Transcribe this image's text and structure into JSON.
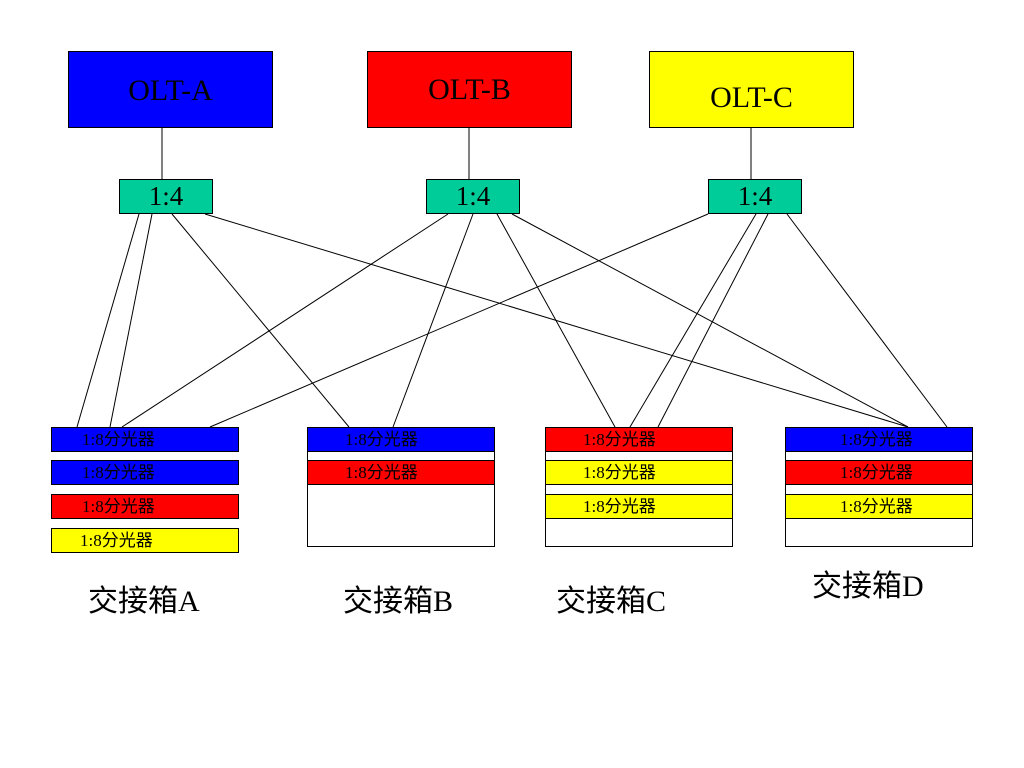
{
  "colors": {
    "blue": "#0000ff",
    "red": "#ff0000",
    "yellow": "#ffff00",
    "teal": "#00cc99",
    "line": "#000000"
  },
  "olts": [
    {
      "label": "OLT-A",
      "fill": "#0000ff"
    },
    {
      "label": "OLT-B",
      "fill": "#ff0000"
    },
    {
      "label": "OLT-C",
      "fill": "#ffff00"
    }
  ],
  "splitters_1_4": [
    {
      "label": "1:4",
      "fill": "#00cc99"
    },
    {
      "label": "1:4",
      "fill": "#00cc99"
    },
    {
      "label": "1:4",
      "fill": "#00cc99"
    }
  ],
  "cabinets": [
    {
      "label": "交接箱A",
      "splitters": [
        {
          "label": "1:8分光器",
          "fill": "#0000ff"
        },
        {
          "label": "1:8分光器",
          "fill": "#0000ff"
        },
        {
          "label": "1:8分光器",
          "fill": "#ff0000"
        },
        {
          "label": "1:8分光器",
          "fill": "#ffff00"
        }
      ]
    },
    {
      "label": "交接箱B",
      "splitters": [
        {
          "label": "1:8分光器",
          "fill": "#0000ff"
        },
        {
          "label": "1:8分光器",
          "fill": "#ff0000"
        }
      ]
    },
    {
      "label": "交接箱C",
      "splitters": [
        {
          "label": "1:8分光器",
          "fill": "#ff0000"
        },
        {
          "label": "1:8分光器",
          "fill": "#ffff00"
        },
        {
          "label": "1:8分光器",
          "fill": "#ffff00"
        }
      ]
    },
    {
      "label": "交接箱D",
      "splitters": [
        {
          "label": "1:8分光器",
          "fill": "#0000ff"
        },
        {
          "label": "1:8分光器",
          "fill": "#ff0000"
        },
        {
          "label": "1:8分光器",
          "fill": "#ffff00"
        }
      ]
    }
  ]
}
